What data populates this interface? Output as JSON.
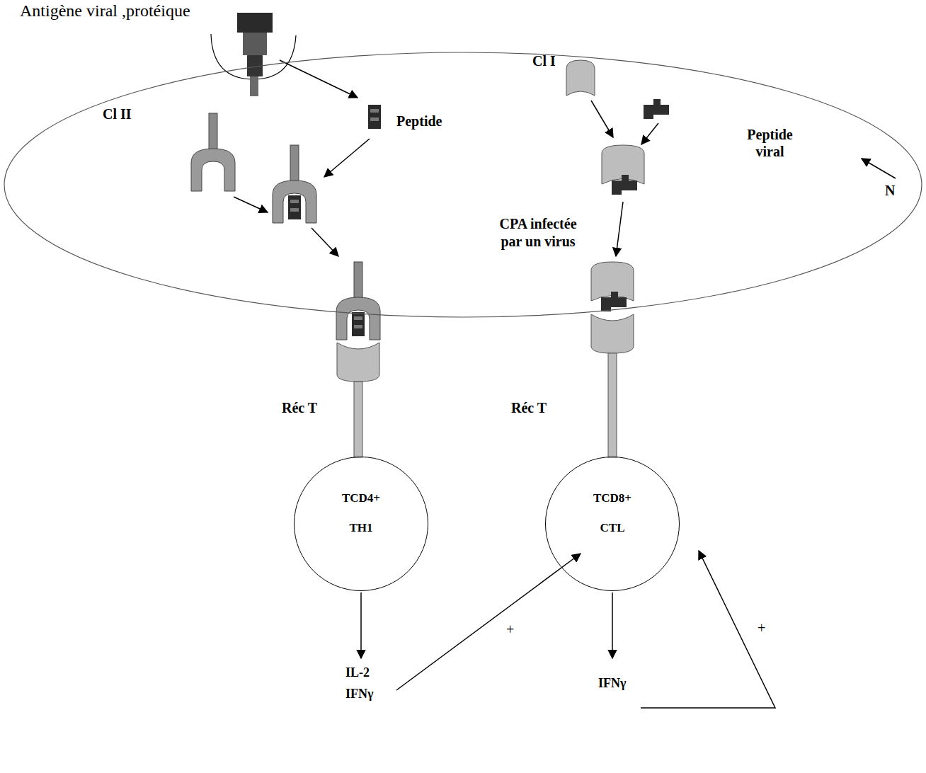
{
  "diagram": {
    "nodes": [
      {
        "text": [
          "CPA infectée par un virus"
        ]
      },
      {
        "text": [
          "TCD4+",
          "TH1"
        ]
      },
      {
        "text": [
          "TCD8+",
          "CTL"
        ]
      }
    ],
    "labels": [
      "Antigène viral ,protéique",
      "Cl I",
      "Cl II",
      "Peptide",
      "Peptide viral",
      "N",
      "Réc T",
      "Réc T",
      "+",
      "+",
      "IL-2",
      "IFNγ",
      "IFNγ"
    ]
  }
}
